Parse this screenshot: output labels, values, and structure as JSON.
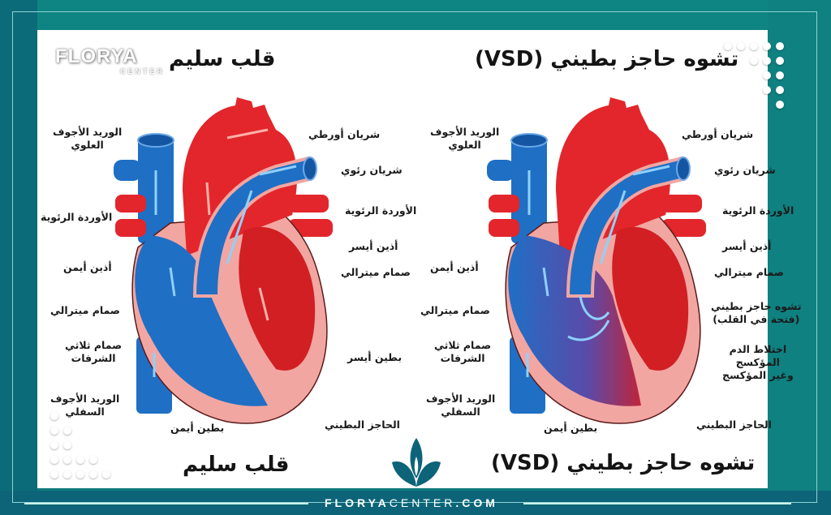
{
  "brand": {
    "logo_main": "FLORYA",
    "logo_sub": "CENTER",
    "footer_bold": "FLORYA",
    "footer_light": "CENTER",
    "footer_domain": ".COM"
  },
  "colors": {
    "frame_teal": "#0f8583",
    "frame_dark": "#0c6b78",
    "oxygenated_red": "#e2262b",
    "deoxygenated_blue": "#1f6fc5",
    "mixed_purple": "#5b4aa8",
    "heart_wall_pink": "#f2a6a2"
  },
  "left_diagram": {
    "title_top": "قلب سليم",
    "title_bottom": "قلب سليم",
    "labels": {
      "superior_vena_cava": "الوريد الأجوف\nالعلوي",
      "pulmonary_veins_left": "الأوردة الرئوية",
      "right_atrium": "أذين أيمن",
      "mitral_valve_left": "صمام ميترالي",
      "tricuspid_valve": "صمام ثلاثي\nالشرفات",
      "inferior_vena_cava": "الوريد الأجوف\nالسفلي",
      "right_ventricle": "بطين أيمن",
      "aorta": "شريان أورطي",
      "pulmonary_artery": "شريان رئوي",
      "pulmonary_veins_right": "الأوردة الرئوية",
      "left_atrium": "أذين أيسر",
      "mitral_valve_right": "صمام ميترالي",
      "left_ventricle": "بطين أيسر",
      "ventricular_septum": "الحاجز البطيني"
    }
  },
  "right_diagram": {
    "title_top": "تشوه حاجز بطيني (VSD)",
    "title_bottom": "تشوه حاجز بطيني (VSD)",
    "labels": {
      "superior_vena_cava": "الوريد الأجوف\nالعلوي",
      "right_atrium": "أذين أيمن",
      "mitral_valve_left": "صمام ميترالي",
      "tricuspid_valve": "صمام ثلاثي\nالشرفات",
      "inferior_vena_cava": "الوريد الأجوف\nالسفلي",
      "right_ventricle": "بطين أيمن",
      "aorta": "شريان أورطي",
      "pulmonary_artery": "شريان رئوي",
      "pulmonary_veins_right": "الأوردة الرئوية",
      "left_atrium": "أذين أيسر",
      "mitral_valve_right": "صمام ميترالي",
      "vsd_defect": "تشوه حاجز بطيني\n(فتحة في القلب)",
      "mixed_blood": "اختلاط الدم\nالمؤكسج\nوغير المؤكسج",
      "ventricular_septum": "الحاجز البطيني"
    }
  }
}
